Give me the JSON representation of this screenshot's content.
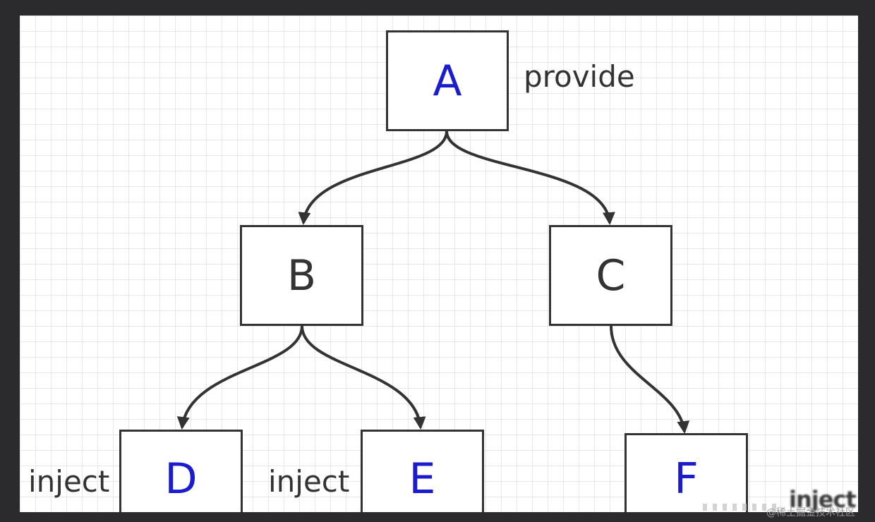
{
  "nodes": {
    "a": "A",
    "b": "B",
    "c": "C",
    "d": "D",
    "e": "E",
    "f": "F"
  },
  "annotations": {
    "provide": "provide",
    "inject_d": "inject",
    "inject_e": "inject",
    "inject_f": "inject"
  },
  "watermark": "@稀土掘金技术社区",
  "colors": {
    "node_text_blue": "#1c1ccf",
    "node_text_dark": "#333333",
    "edge": "#333333",
    "grid": "#e6e6e6"
  }
}
